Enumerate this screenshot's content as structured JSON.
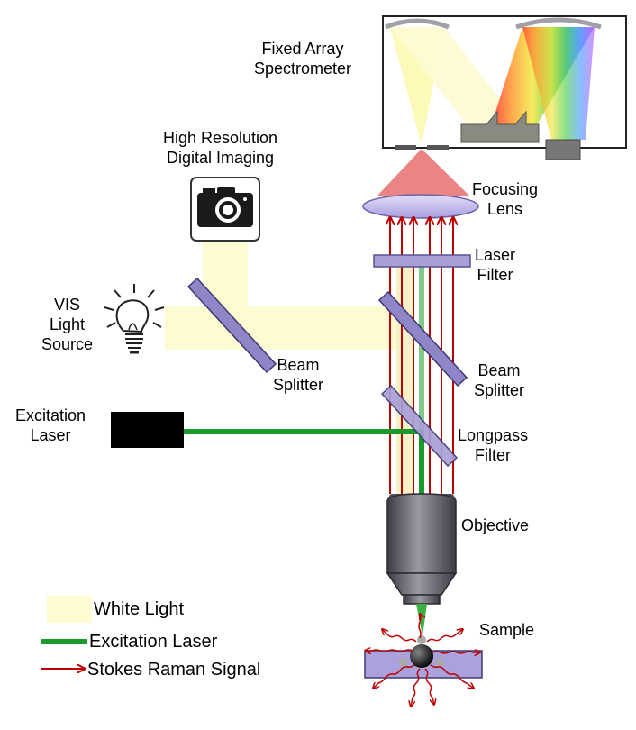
{
  "labels": {
    "spectrometer": [
      "Fixed Array",
      "Spectrometer"
    ],
    "imaging": [
      "High Resolution",
      "Digital Imaging"
    ],
    "focusing_lens": [
      "Focusing",
      "Lens"
    ],
    "laser_filter": [
      "Laser",
      "Filter"
    ],
    "vis_light": [
      "VIS",
      "Light",
      "Source"
    ],
    "beam_splitter_left": [
      "Beam",
      "Splitter"
    ],
    "beam_splitter_right": [
      "Beam",
      "Splitter"
    ],
    "excitation_laser": [
      "Excitation",
      "Laser"
    ],
    "longpass_filter": [
      "Longpass",
      "Filter"
    ],
    "objective": "Objective",
    "sample": "Sample"
  },
  "legend": {
    "white_light": "White Light",
    "excitation_laser": "Excitation Laser",
    "stokes_signal": "Stokes Raman Signal"
  },
  "colors": {
    "white_light": "#fdfbd2",
    "excitation_laser": "#1a9a2a",
    "stokes_signal": "#c00000",
    "optic_purple": "#8e86c6",
    "lens_fill": "#c8c0ee",
    "objective_gray": "#707078"
  },
  "icons": {
    "camera": "camera-icon",
    "bulb": "light-bulb-icon"
  }
}
